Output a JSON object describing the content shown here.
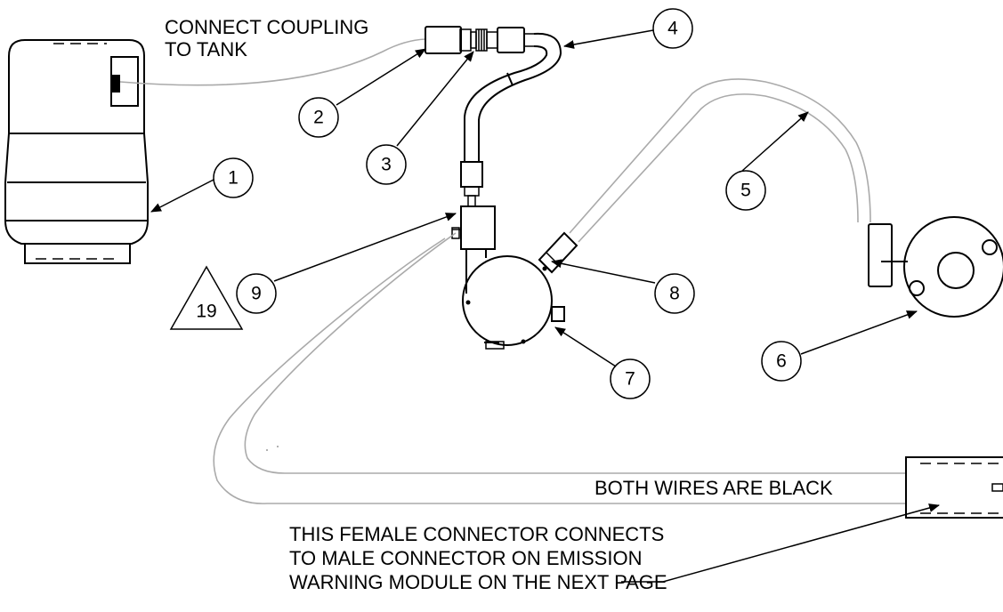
{
  "labels": {
    "connect_line1": "CONNECT COUPLING",
    "connect_line2": "TO TANK",
    "both_wires": "BOTH WIRES ARE BLACK",
    "female_line1": "THIS FEMALE CONNECTOR CONNECTS",
    "female_line2": "TO MALE CONNECTOR ON EMISSION",
    "female_line3": "WARNING MODULE ON THE NEXT PAGE"
  },
  "callouts": {
    "c1": "1",
    "c2": "2",
    "c3": "3",
    "c4": "4",
    "c5": "5",
    "c6": "6",
    "c7": "7",
    "c8": "8",
    "c9": "9"
  },
  "note_triangle": "19"
}
